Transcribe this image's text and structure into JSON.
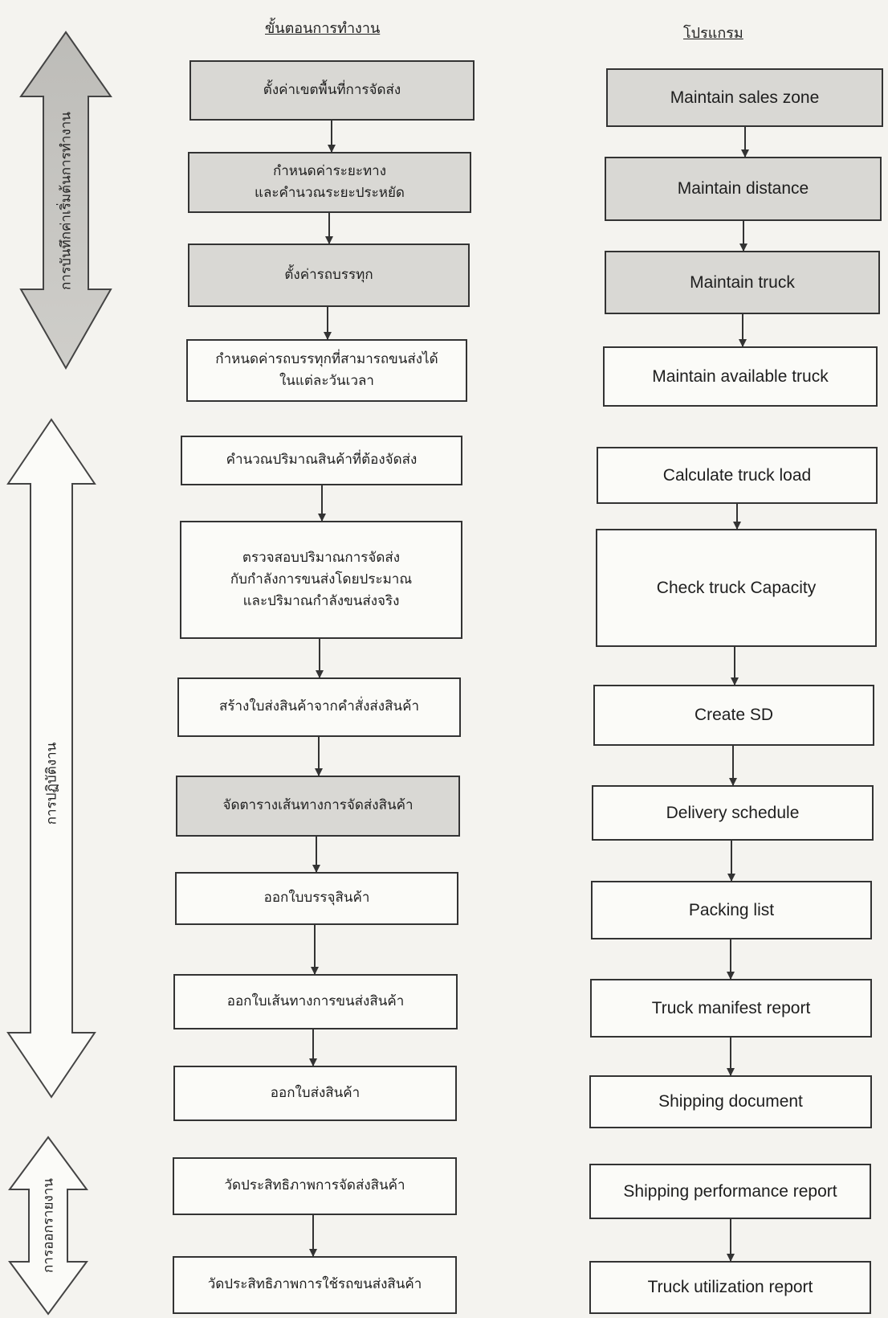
{
  "headers": {
    "steps": "ขั้นตอนการทำงาน",
    "program": "โปรแกรม"
  },
  "phases": [
    {
      "label": "การบันทึกค่าเริ่มต้นการทำงาน"
    },
    {
      "label": "การปฏิบัติงาน"
    },
    {
      "label": "การออกรายงาน"
    }
  ],
  "steps": [
    {
      "label": "ตั้งค่าเขตพื้นที่การจัดส่ง"
    },
    {
      "label": "กำหนดค่าระยะทาง\nและคำนวณระยะประหยัด"
    },
    {
      "label": "ตั้งค่ารถบรรทุก"
    },
    {
      "label": "กำหนดค่ารถบรรทุกที่สามารถขนส่งได้\nในแต่ละวันเวลา"
    },
    {
      "label": "คำนวณปริมาณสินค้าที่ต้องจัดส่ง"
    },
    {
      "label": "ตรวจสอบปริมาณการจัดส่ง\nกับกำลังการขนส่งโดยประมาณ\nและปริมาณกำลังขนส่งจริง"
    },
    {
      "label": "สร้างใบส่งสินค้าจากคำสั่งส่งสินค้า"
    },
    {
      "label": "จัดตารางเส้นทางการจัดส่งสินค้า"
    },
    {
      "label": "ออกใบบรรจุสินค้า"
    },
    {
      "label": "ออกใบเส้นทางการขนส่งสินค้า"
    },
    {
      "label": "ออกใบส่งสินค้า"
    },
    {
      "label": "วัดประสิทธิภาพการจัดส่งสินค้า"
    },
    {
      "label": "วัดประสิทธิภาพการใช้รถขนส่งสินค้า"
    }
  ],
  "programs": [
    {
      "label": "Maintain sales zone"
    },
    {
      "label": "Maintain distance"
    },
    {
      "label": "Maintain truck"
    },
    {
      "label": "Maintain available truck"
    },
    {
      "label": "Calculate truck load"
    },
    {
      "label": "Check truck Capacity"
    },
    {
      "label": "Create SD"
    },
    {
      "label": "Delivery schedule"
    },
    {
      "label": "Packing list"
    },
    {
      "label": "Truck manifest report"
    },
    {
      "label": "Shipping document"
    },
    {
      "label": "Shipping performance report"
    },
    {
      "label": "Truck utilization report"
    }
  ]
}
